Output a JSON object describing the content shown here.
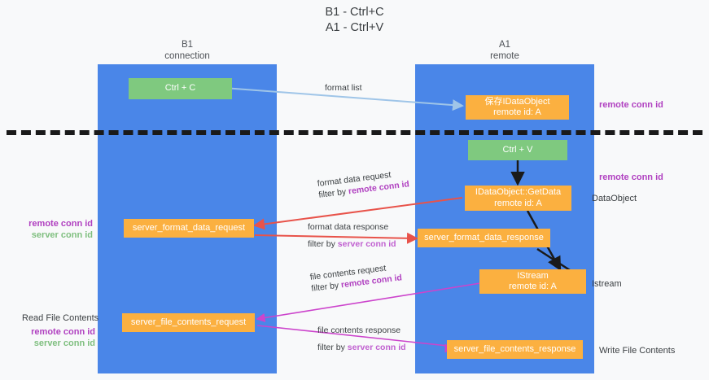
{
  "title": {
    "line1": "B1 - Ctrl+C",
    "line2": "A1 - Ctrl+V"
  },
  "columns": [
    {
      "name": "B1",
      "sub": "connection"
    },
    {
      "name": "A1",
      "sub": "remote"
    }
  ],
  "boxes": {
    "ctrl_c": "Ctrl + C",
    "save_idataobject": "保存IDataObject\nremote id: A",
    "ctrl_v": "Ctrl + V",
    "getdata": "IDataObject::GetData\nremote id: A",
    "server_format_data_request": "server_format_data_request",
    "server_format_data_response": "server_format_data_response",
    "istream": "IStream\nremote id: A",
    "server_file_contents_request": "server_file_contents_request",
    "server_file_contents_response": "server_file_contents_response"
  },
  "edge_labels": {
    "format_list": "format list",
    "format_data_request_l1": "format data request",
    "format_data_request_l2_prefix": "filter by ",
    "format_data_request_l2_key": "remote conn id",
    "format_data_response_l1": "format data response",
    "format_data_response_l2_prefix": "filter by ",
    "format_data_response_l2_key": "server conn id",
    "file_contents_request_l1": "file contents request",
    "file_contents_request_l2_prefix": "filter by ",
    "file_contents_request_l2_key": "remote conn id",
    "file_contents_response_l1": "file contents response",
    "file_contents_response_l2_prefix": "filter by ",
    "file_contents_response_l2_key": "server conn id"
  },
  "right_labels": {
    "remote_conn_id_top": "remote conn id",
    "remote_conn_id_mid": "remote conn id",
    "dataobject": "DataObject",
    "istream": "Istream",
    "write_file_contents": "Write File Contents"
  },
  "left_labels": {
    "remote_conn_id": "remote conn id",
    "server_conn_id": "server conn id",
    "read_file_contents": "Read File Contents",
    "remote_conn_id_2": "remote conn id",
    "server_conn_id_2": "server conn id"
  },
  "colors": {
    "lane": "#4a86e8",
    "green_box": "#7fc97f",
    "orange_box": "#fbb040",
    "arrow_blue": "#9fc5e8",
    "arrow_red": "#e8534a",
    "arrow_magenta": "#cc44cc",
    "arrow_black": "#1a1a1a",
    "key_remote": "#b040c0",
    "key_server_green": "#7fbf7f",
    "background": "#f8f9fa"
  }
}
